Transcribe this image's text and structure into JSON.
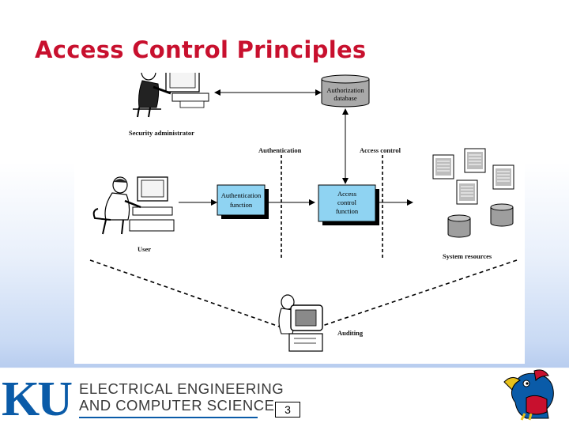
{
  "slide": {
    "title": "Access Control Principles",
    "page_number": "3"
  },
  "diagram": {
    "actors": {
      "security_admin": "Security administrator",
      "user": "User",
      "auditor": "Auditing"
    },
    "database": [
      "Authorization",
      "database"
    ],
    "authentication_box": [
      "Authentication",
      "function"
    ],
    "access_control_box": [
      "Access",
      "control",
      "function"
    ],
    "boundaries": {
      "authentication": "Authentication",
      "access_control": "Access control"
    },
    "resources_label": "System resources"
  },
  "footer": {
    "logo_text": "KU",
    "department_line1": "ELECTRICAL ENGINEERING",
    "department_line2": "AND COMPUTER SCIENCE",
    "brand_color": "#0a5ba8",
    "title_color": "#c8102e"
  }
}
